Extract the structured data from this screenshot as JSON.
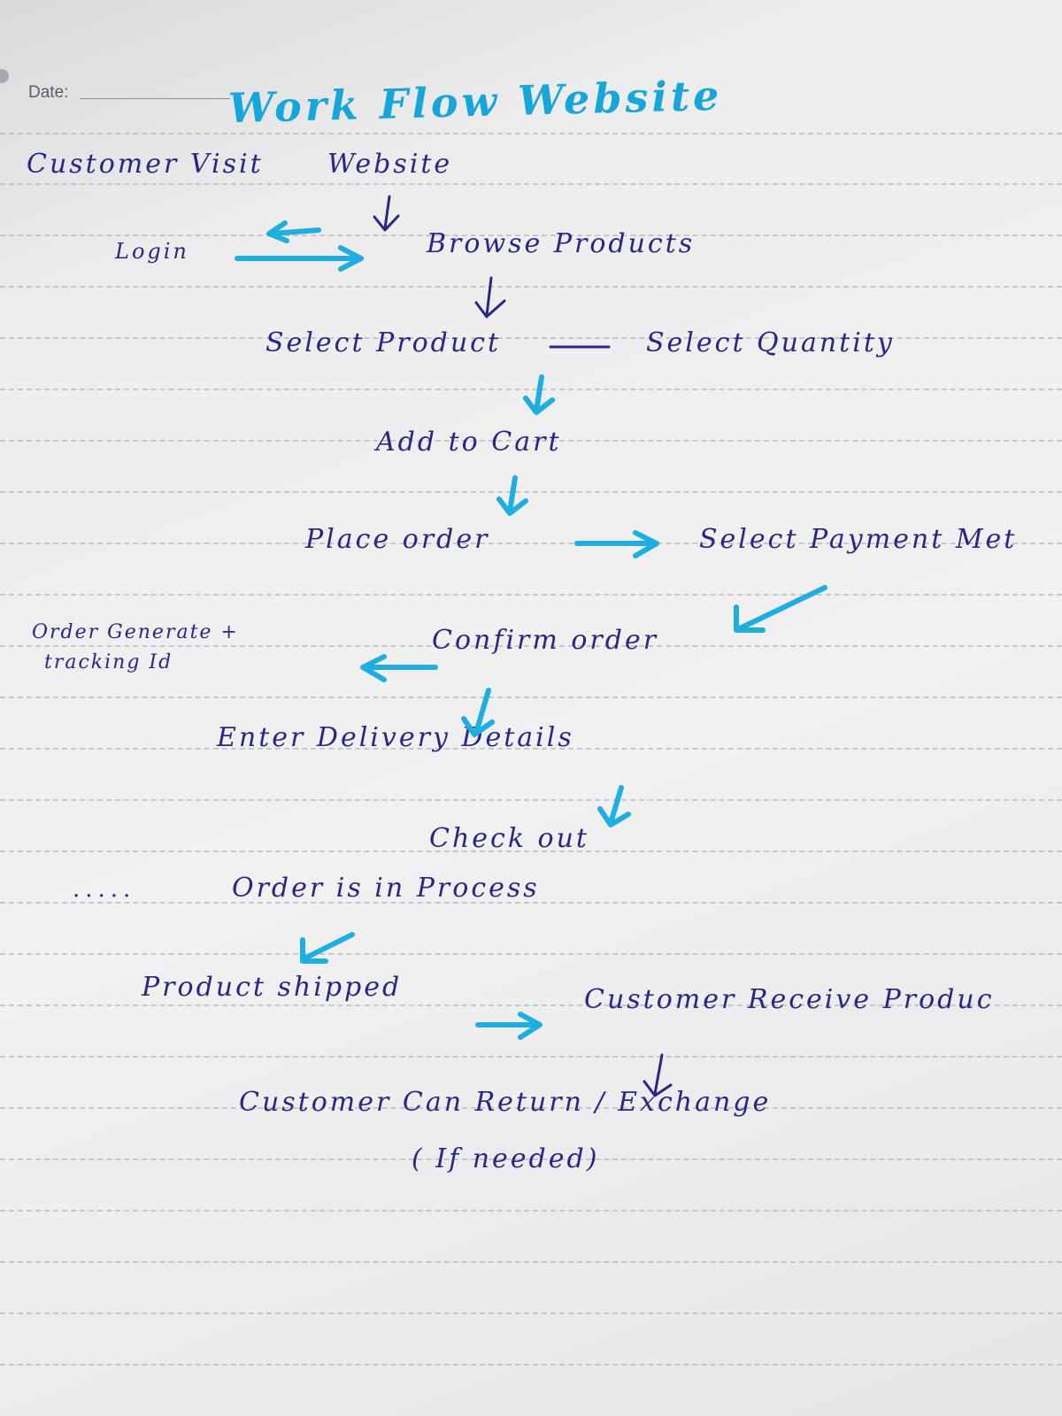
{
  "header": {
    "date_label": "Date:"
  },
  "title": "Work Flow Website",
  "steps": {
    "customer_visit": "Customer Visit",
    "website": "Website",
    "login": "Login",
    "browse_products": "Browse Products",
    "select_product": "Select Product",
    "select_quantity": "Select Quantity",
    "add_to_cart": "Add to Cart",
    "place_order": "Place order",
    "select_payment_method": "Select Payment Met",
    "order_generated_line1": "Order Generate +",
    "order_generated_line2": "tracking Id",
    "confirm_order": "Confirm order",
    "enter_delivery_details": "Enter Delivery Details",
    "check_out": "Check out",
    "order_in_process": "Order is in Process",
    "product_shipped": "Product shipped",
    "customer_receive_product": "Customer Receive Produc",
    "return_exchange_line1": "Customer Can Return / Exchange",
    "return_exchange_line2": "( If needed)"
  },
  "dots_text": ".....",
  "colors": {
    "ink_blue": "#2a2784",
    "highlighter_cyan": "#1faee0",
    "paper": "#efeff0",
    "rule": "#b9bbbf"
  }
}
